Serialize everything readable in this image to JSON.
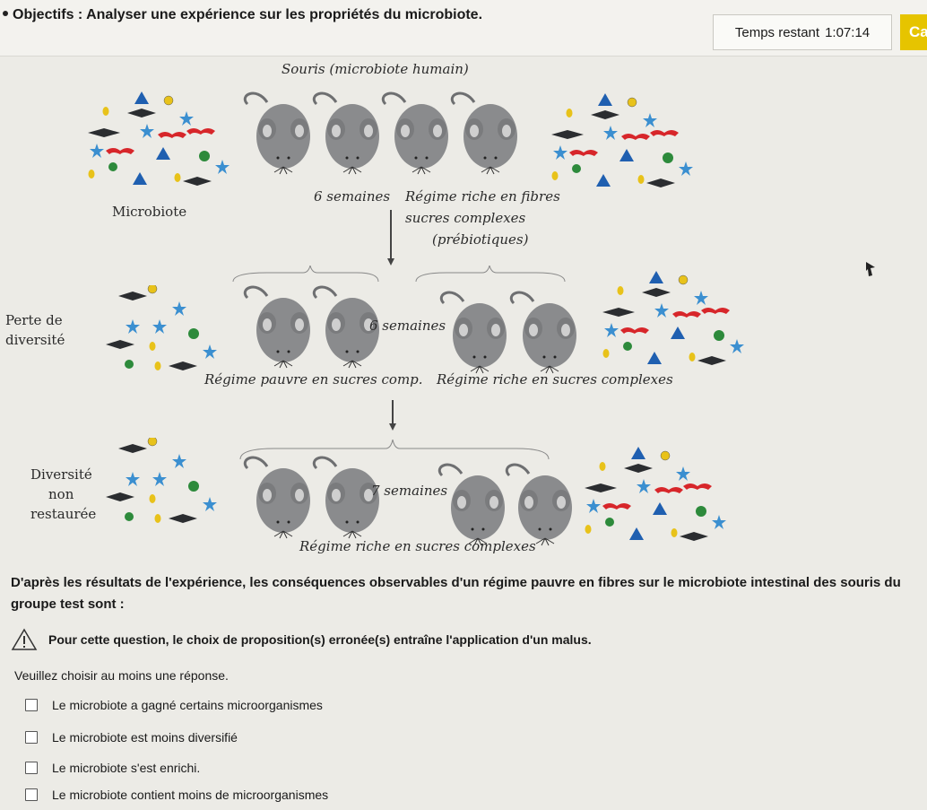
{
  "header": {
    "objective": "Objectifs : Analyser une expérience sur les propriétés du microbiote.",
    "timer_label": "Temps restant",
    "timer_value": "1:07:14",
    "cut_button": "Ca"
  },
  "figure": {
    "title": "Souris (microbiote humain)",
    "microbiote_label": "Microbiote",
    "weeks_6_top": "6 semaines",
    "diet_rich_1": "Régime riche en fibres",
    "diet_rich_2": "sucres complexes",
    "diet_rich_3": "(prébiotiques)",
    "loss_1": "Perte de",
    "loss_2": "diversité",
    "weeks_6_mid": "6 semaines",
    "diet_poor": "Régime  pauvre en sucres comp.",
    "diet_rich_complex": "Régime riche en sucres complexes",
    "div_1": "Diversité",
    "div_2": "non",
    "div_3": "restaurée",
    "weeks_7": "7 semaines",
    "diet_rich_bottom": "Régime riche en sucres complexes"
  },
  "question": {
    "text": "D'après les résultats de l'expérience, les conséquences observables d'un régime pauvre en fibres sur le microbiote intestinal des souris du groupe test sont :",
    "warning": "Pour cette question, le choix de proposition(s) erronée(s) entraîne l'application d'un malus.",
    "instruction": "Veuillez choisir au moins une réponse.",
    "options": [
      "Le microbiote a gagné certains microorganismes",
      "Le microbiote est moins diversifié",
      "Le microbiote s'est enrichi.",
      "Le microbiote contient moins de microorganismes"
    ]
  },
  "colors": {
    "mouse": "#8a8b8d",
    "star": "#3b8fd0",
    "triangle": "#1f5fb0",
    "virus": "#2d8a3b",
    "bacteria_red": "#d7262a",
    "rod": "#2b2d30",
    "cell_yellow": "#e8c21a",
    "timer_button": "#e6c400"
  }
}
